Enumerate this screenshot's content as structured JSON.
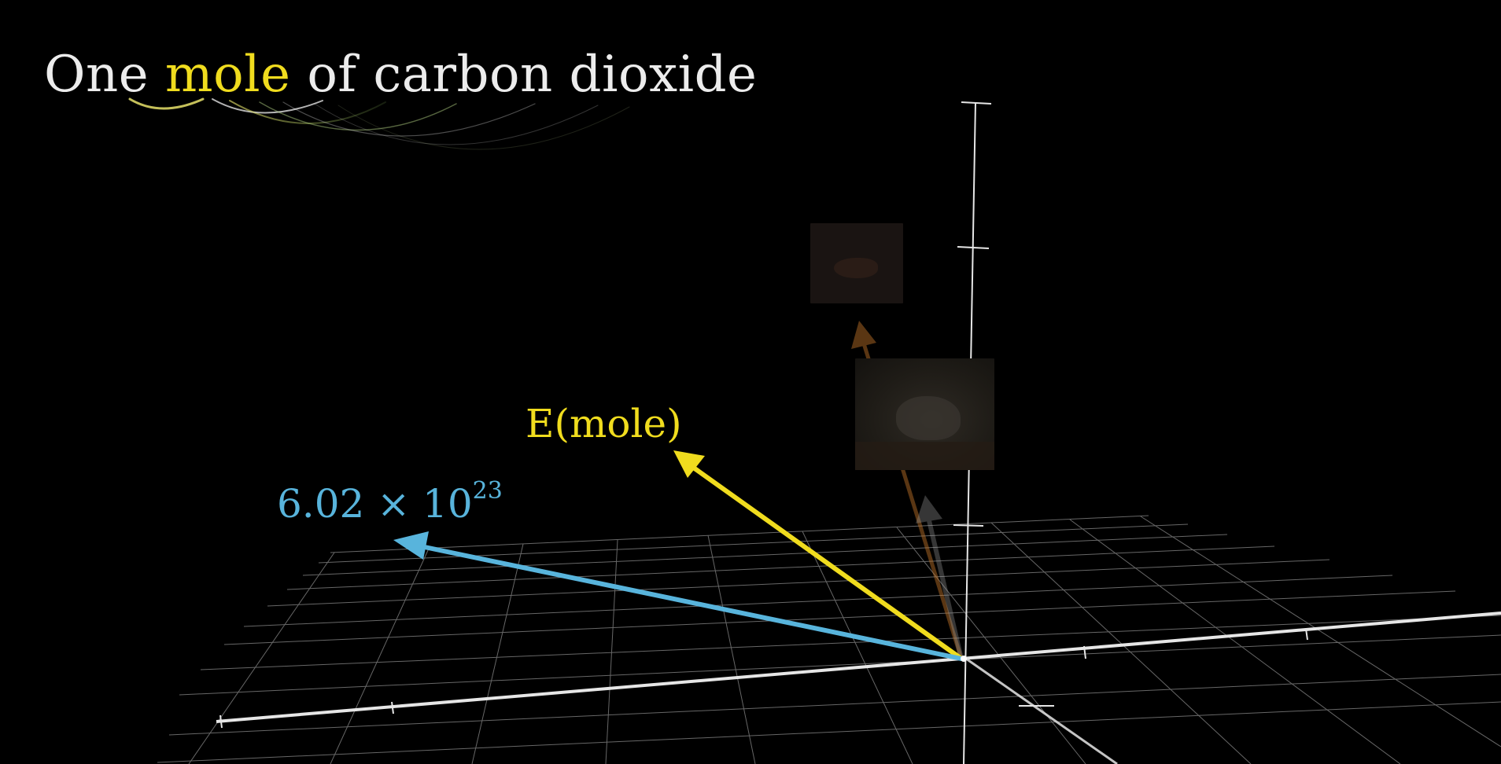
{
  "title": {
    "word_one": "One",
    "word_highlight": "mole",
    "word_rest": "of carbon dioxide"
  },
  "vectors": {
    "blue": {
      "base": "6.02 × 10",
      "exponent": "23",
      "color": "#58b4dc"
    },
    "yellow": {
      "label": "E(mole)",
      "color": "#f0dc1e"
    },
    "faint_orange": {
      "color": "#c8782a"
    }
  },
  "colors": {
    "background": "#000000",
    "grid": "#8a8a8a",
    "axis": "#e6e6e6",
    "title": "#ececec",
    "highlight": "#f0dc1e"
  }
}
